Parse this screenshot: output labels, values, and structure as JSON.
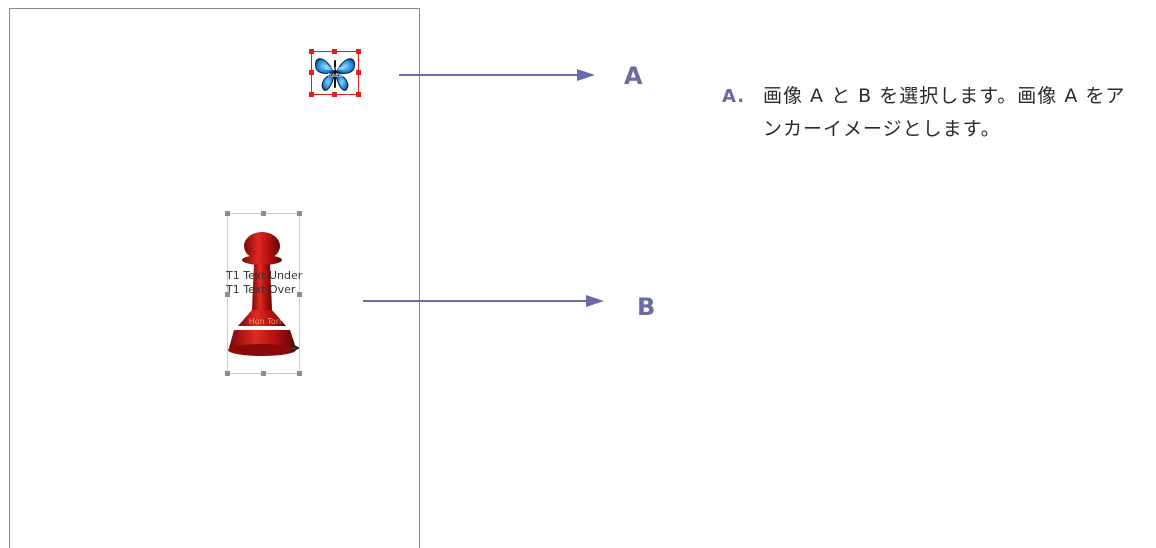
{
  "colors": {
    "accent": "#6a6ba6",
    "selection_anchor": "#e02020",
    "selection_normal": "#8d8d8d",
    "page_border": "#8a8a8a"
  },
  "image_a": {
    "icon": "butterfly-icon",
    "caption_line1": "Rowsset",
    "caption_line2": "Tuatha"
  },
  "image_b": {
    "icon": "pawn-icon",
    "overlay_line1": "T1 Text Under",
    "overlay_line2": "T1 Text Over",
    "base_text": "Hon Tori"
  },
  "callouts": {
    "a_label": "A",
    "b_label": "B"
  },
  "instructions": {
    "marker": "A.",
    "text": "画像 A と B を選択します。画像 A をアンカーイメージとします。"
  }
}
